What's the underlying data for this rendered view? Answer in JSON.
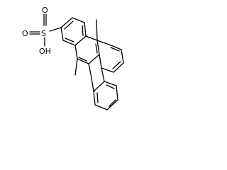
{
  "molecule": {
    "substituent_atoms": [
      {
        "id": "S",
        "label": "S"
      },
      {
        "id": "O_top",
        "label": "O"
      },
      {
        "id": "O_left",
        "label": "O"
      },
      {
        "id": "OH",
        "label": "OH"
      }
    ],
    "colors": {
      "bond": "#000000",
      "label": "#000000",
      "background": "#ffffff"
    }
  }
}
